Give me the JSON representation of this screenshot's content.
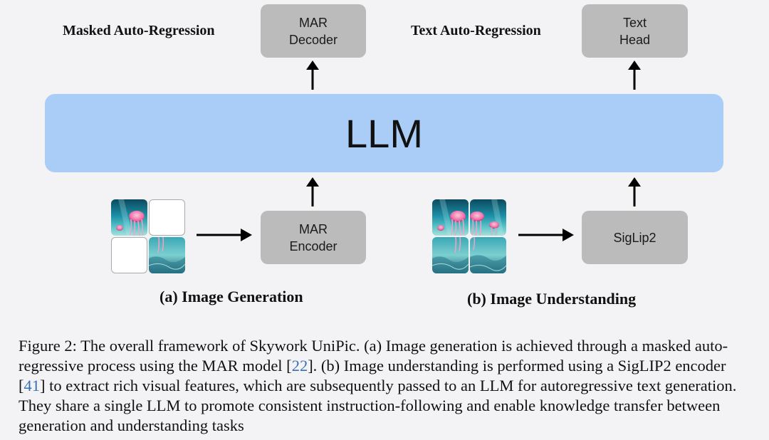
{
  "left_panel": {
    "title": "Masked Auto-Regression",
    "top_box": "MAR\nDecoder",
    "bottom_box": "MAR\nEncoder",
    "subtitle": "(a) Image Generation"
  },
  "right_panel": {
    "title": "Text Auto-Regression",
    "top_box": "Text\nHead",
    "bottom_box": "SigLip2",
    "subtitle": "(b) Image Understanding"
  },
  "center": {
    "llm_label": "LLM"
  },
  "caption": {
    "part1": "Figure 2: The overall framework of Skywork UniPic. (a) Image generation is achieved through a masked auto-regressive process using the MAR model [",
    "cite1": "22",
    "part2": "]. (b) Image understanding is performed using a SigLIP2 encoder [",
    "cite2": "41",
    "part3": "] to extract rich visual features, which are subsequently passed to an LLM for autoregressive text generation. They share a single LLM to promote consistent instruction-following and enable knowledge transfer between generation and understanding tasks"
  },
  "colors": {
    "llm_fill": "#a9cdf7",
    "box_fill": "#bbbbbb",
    "citation": "#3a6fb5"
  }
}
